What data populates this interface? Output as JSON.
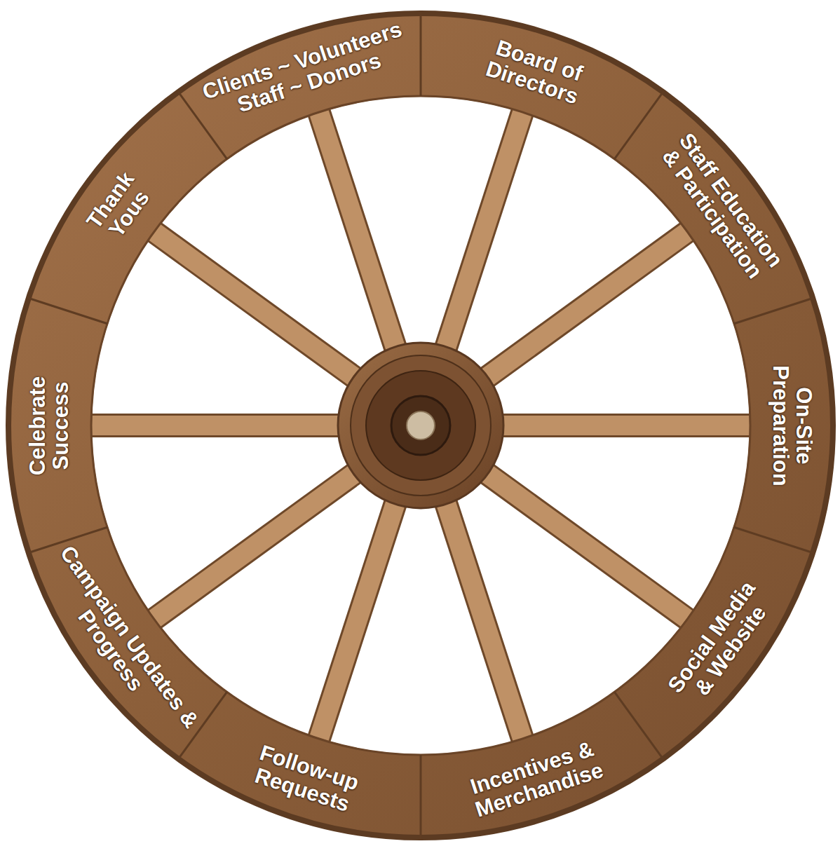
{
  "diagram": {
    "nodes": [
      {
        "text": [
          "Clients ~ Volunteers Staff ~ Donors"
        ]
      },
      {
        "text": [
          "Board of Directors"
        ]
      },
      {
        "text": [
          "Staff Education & Participation"
        ]
      },
      {
        "text": [
          "On-Site Preparation"
        ]
      },
      {
        "text": [
          "Social Media & Website"
        ]
      },
      {
        "text": [
          "Incentives & Merchandise"
        ]
      },
      {
        "text": [
          "Follow-up Requests"
        ]
      },
      {
        "text": [
          "Campaign Updates & Progress"
        ]
      },
      {
        "text": [
          "Celebrate Success"
        ]
      },
      {
        "text": [
          "Thank Yous"
        ]
      }
    ]
  }
}
